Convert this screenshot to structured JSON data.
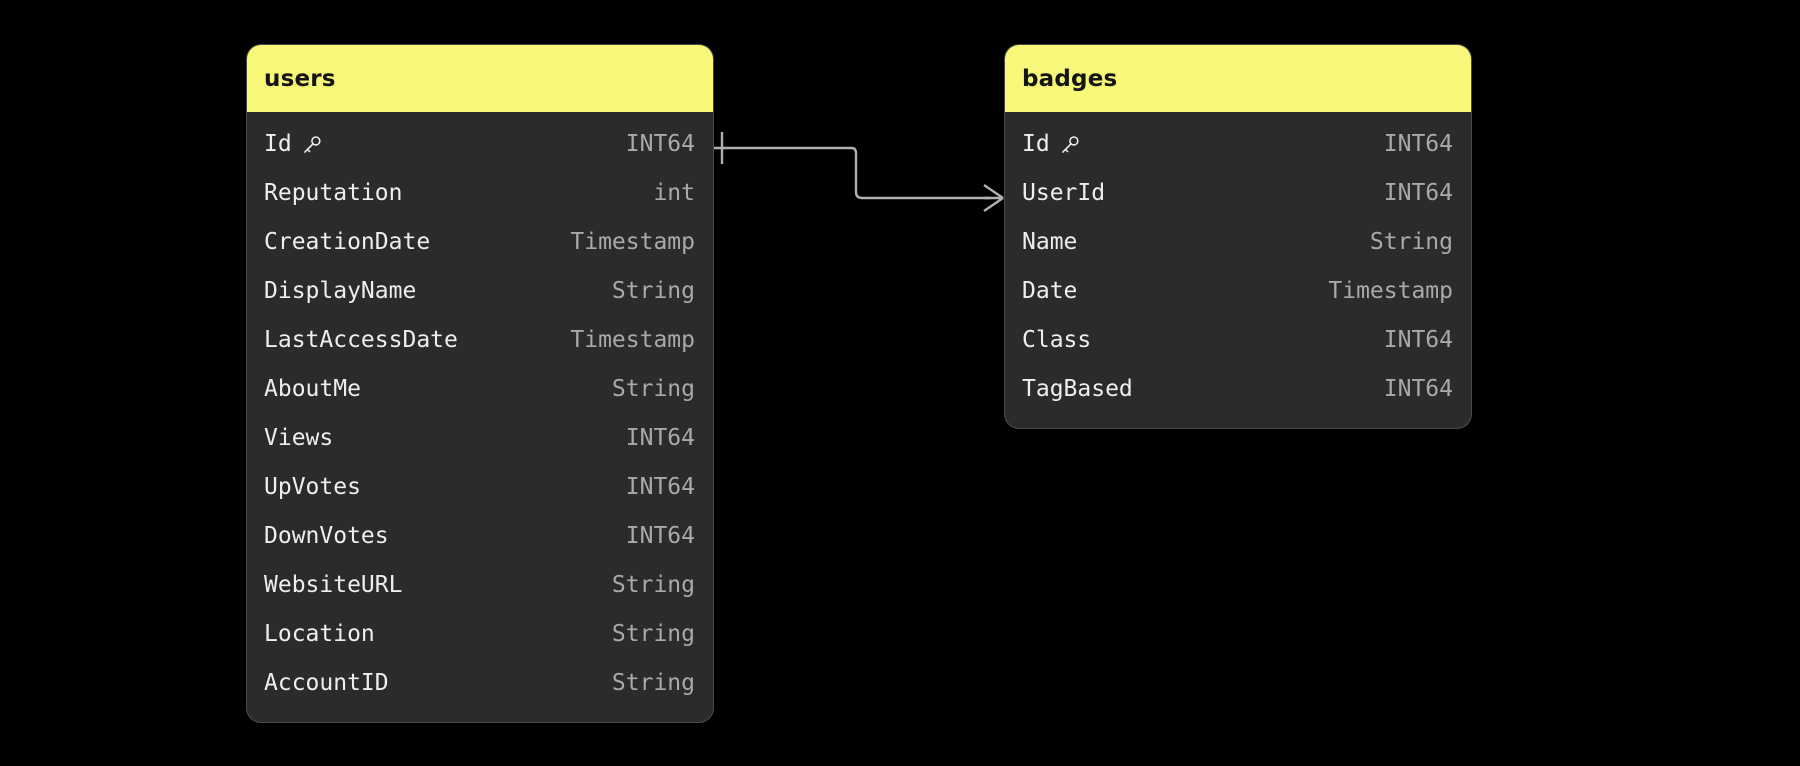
{
  "diagram": {
    "type": "entity-relationship",
    "background_color": "#000000",
    "entity_header_color": "#f7f779",
    "entity_body_color": "#2b2b2b",
    "field_name_color": "#eeeeee",
    "field_type_color": "#a9a9a9",
    "edge_color": "#b0b0b0"
  },
  "entities": [
    {
      "id": "users",
      "title": "users",
      "fields": [
        {
          "name": "Id",
          "type": "INT64",
          "key": true,
          "key_icon": "key-icon"
        },
        {
          "name": "Reputation",
          "type": "int",
          "key": false
        },
        {
          "name": "CreationDate",
          "type": "Timestamp",
          "key": false
        },
        {
          "name": "DisplayName",
          "type": "String",
          "key": false
        },
        {
          "name": "LastAccessDate",
          "type": "Timestamp",
          "key": false
        },
        {
          "name": "AboutMe",
          "type": "String",
          "key": false
        },
        {
          "name": "Views",
          "type": "INT64",
          "key": false
        },
        {
          "name": "UpVotes",
          "type": "INT64",
          "key": false
        },
        {
          "name": "DownVotes",
          "type": "INT64",
          "key": false
        },
        {
          "name": "WebsiteURL",
          "type": "String",
          "key": false
        },
        {
          "name": "Location",
          "type": "String",
          "key": false
        },
        {
          "name": "AccountID",
          "type": "String",
          "key": false
        }
      ]
    },
    {
      "id": "badges",
      "title": "badges",
      "fields": [
        {
          "name": "Id",
          "type": "INT64",
          "key": true,
          "key_icon": "key-icon"
        },
        {
          "name": "UserId",
          "type": "INT64",
          "key": false
        },
        {
          "name": "Name",
          "type": "String",
          "key": false
        },
        {
          "name": "Date",
          "type": "Timestamp",
          "key": false
        },
        {
          "name": "Class",
          "type": "INT64",
          "key": false
        },
        {
          "name": "TagBased",
          "type": "INT64",
          "key": false
        }
      ]
    }
  ],
  "relationships": [
    {
      "id": "users-id-to-badges-userid",
      "from_entity": "users",
      "from_field": "Id",
      "from_cardinality": "one",
      "to_entity": "badges",
      "to_field": "UserId",
      "to_cardinality": "many"
    }
  ]
}
